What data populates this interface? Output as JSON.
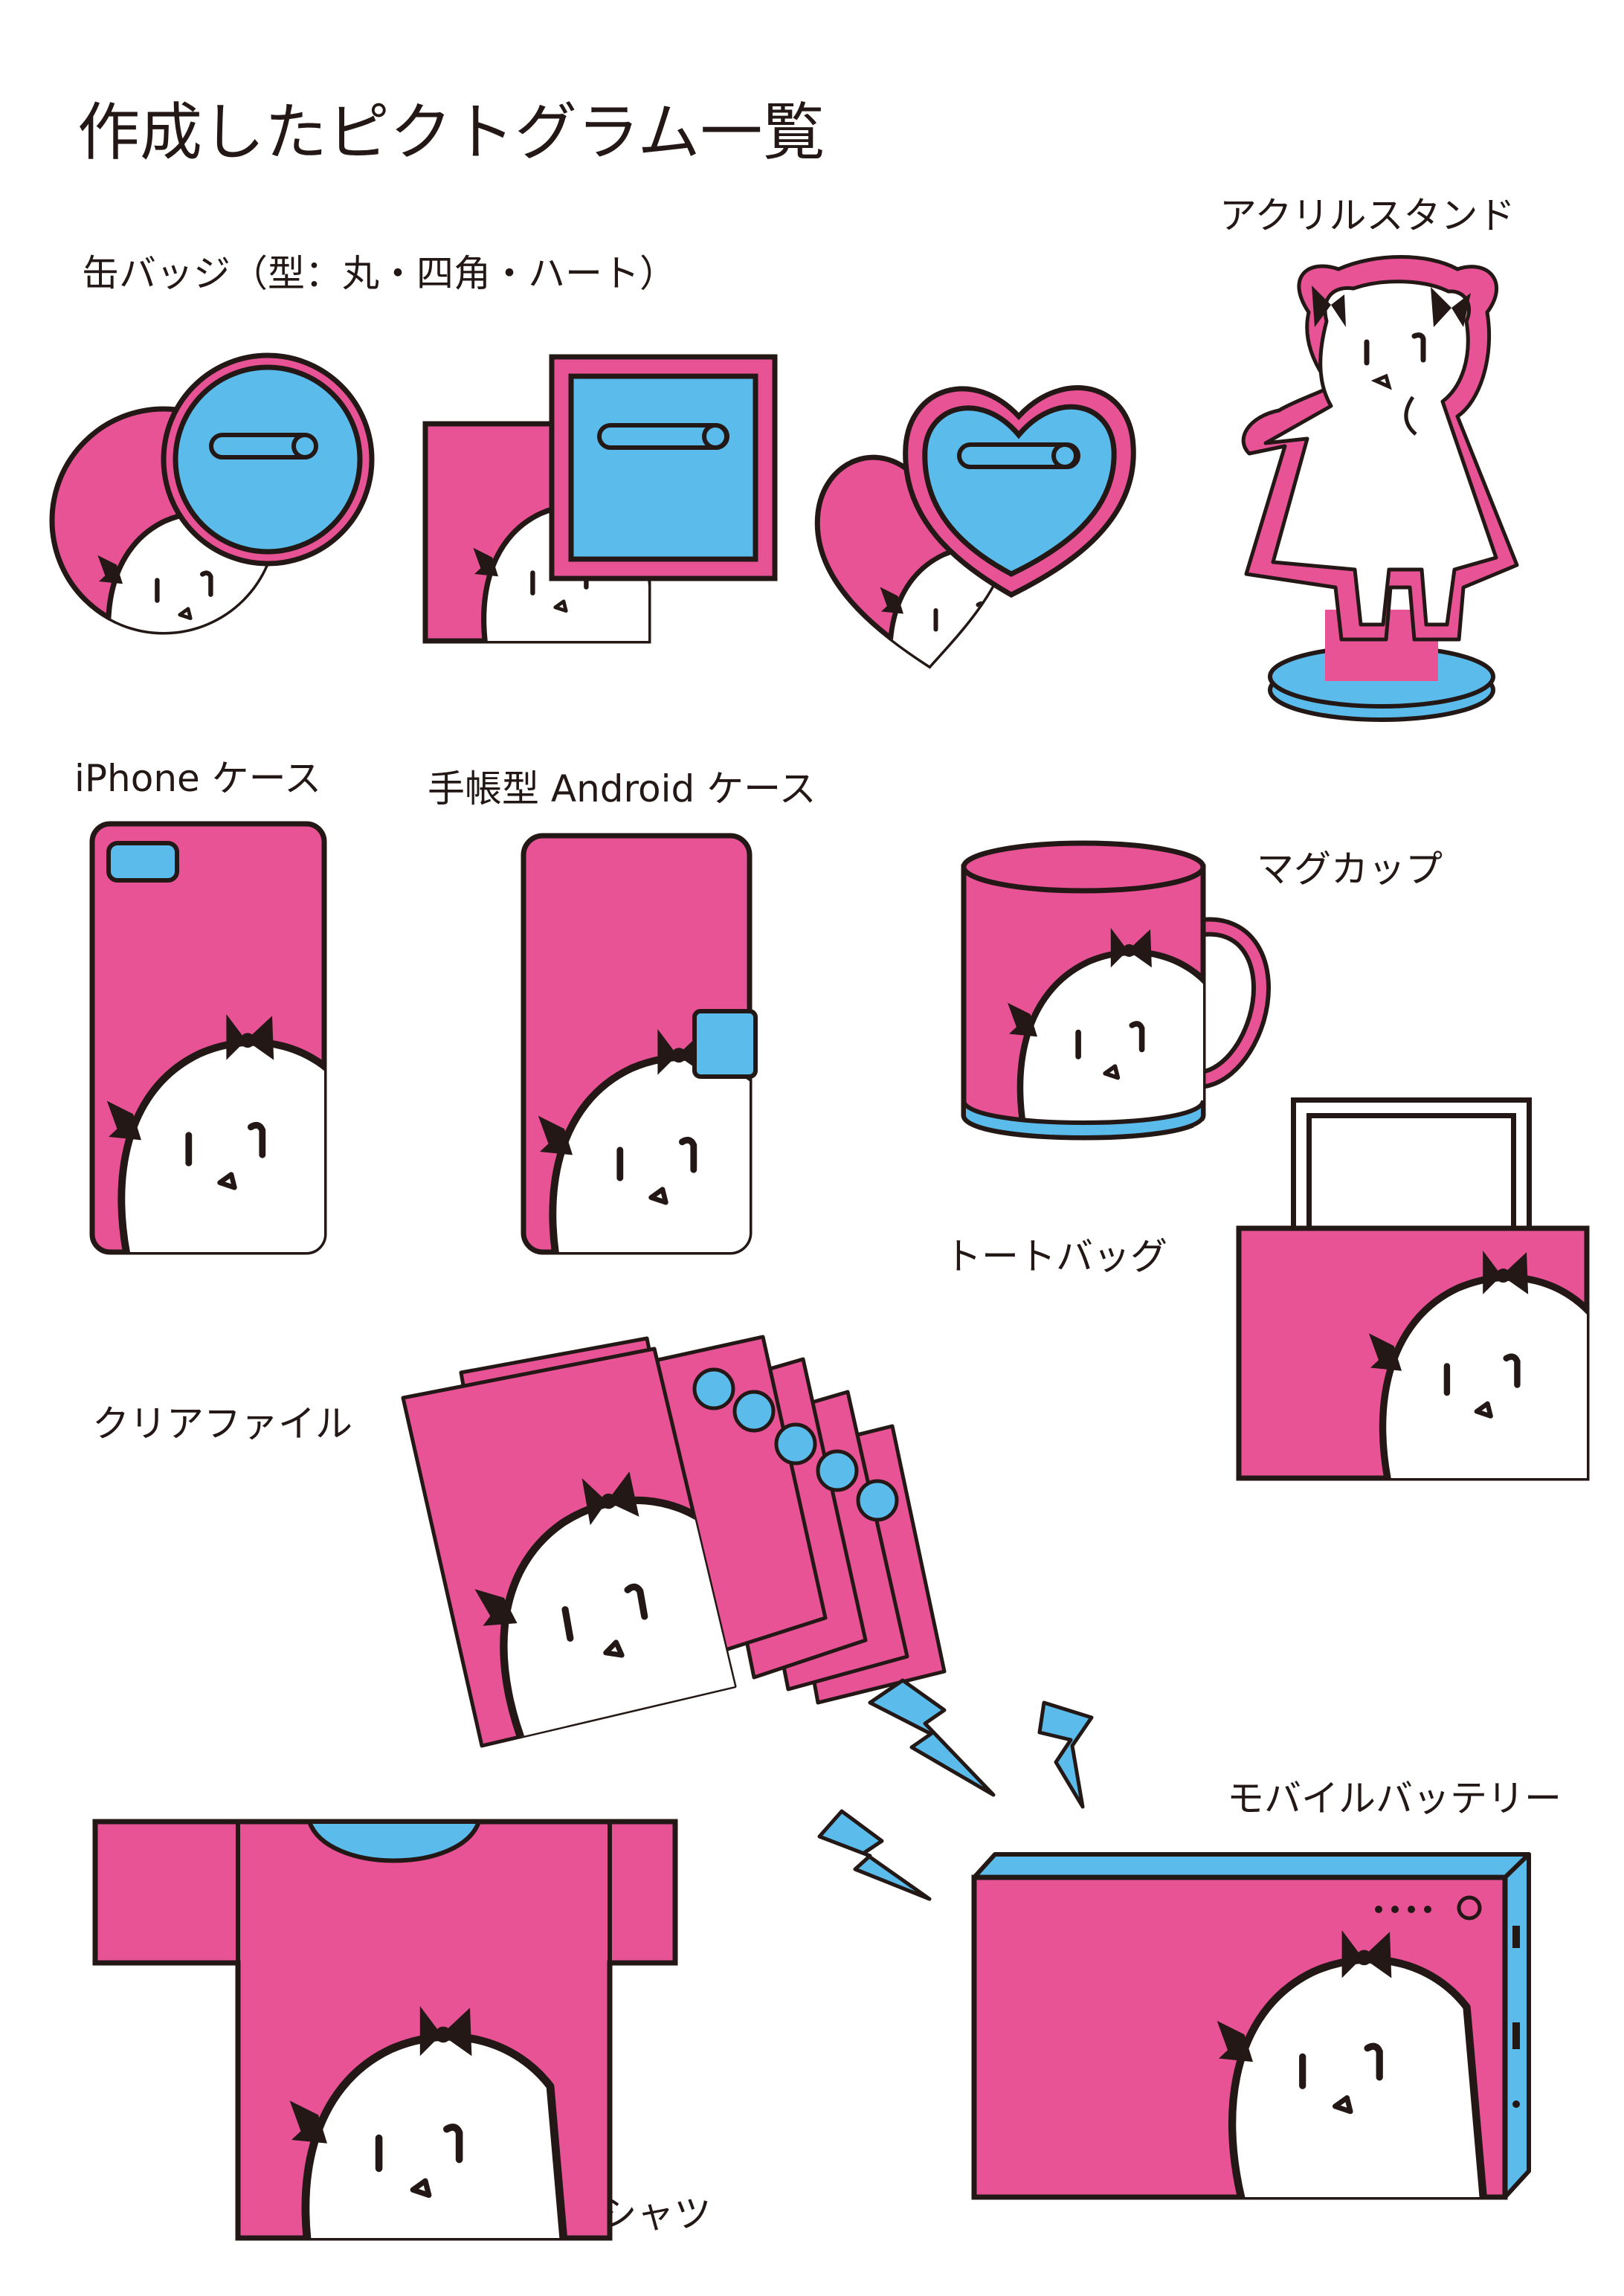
{
  "page": {
    "title": "作成したピクトグラム一覧"
  },
  "colors": {
    "magenta": "#e85396",
    "cyan": "#5bbcec",
    "outline": "#231815",
    "white": "#ffffff"
  },
  "items": {
    "can_badge": {
      "label": "缶バッジ（型：丸・四角・ハート）"
    },
    "acrylic_stand": {
      "label": "アクリルスタンド"
    },
    "iphone_case": {
      "label": "iPhone ケース"
    },
    "android_case": {
      "label": "手帳型 Android ケース"
    },
    "mug": {
      "label": "マグカップ"
    },
    "tote_bag": {
      "label": "トートバッグ"
    },
    "clear_file": {
      "label": "クリアファイル"
    },
    "tshirt": {
      "label": "T シャツ"
    },
    "mobile_battery": {
      "label": "モバイルバッテリー"
    }
  },
  "icons": [
    "round-badge-icon",
    "square-badge-icon",
    "heart-badge-icon",
    "acrylic-stand-icon",
    "iphone-case-icon",
    "android-case-icon",
    "mug-icon",
    "tote-bag-icon",
    "clear-file-icon",
    "tshirt-icon",
    "mobile-battery-icon",
    "lightning-icon",
    "character-icon"
  ]
}
